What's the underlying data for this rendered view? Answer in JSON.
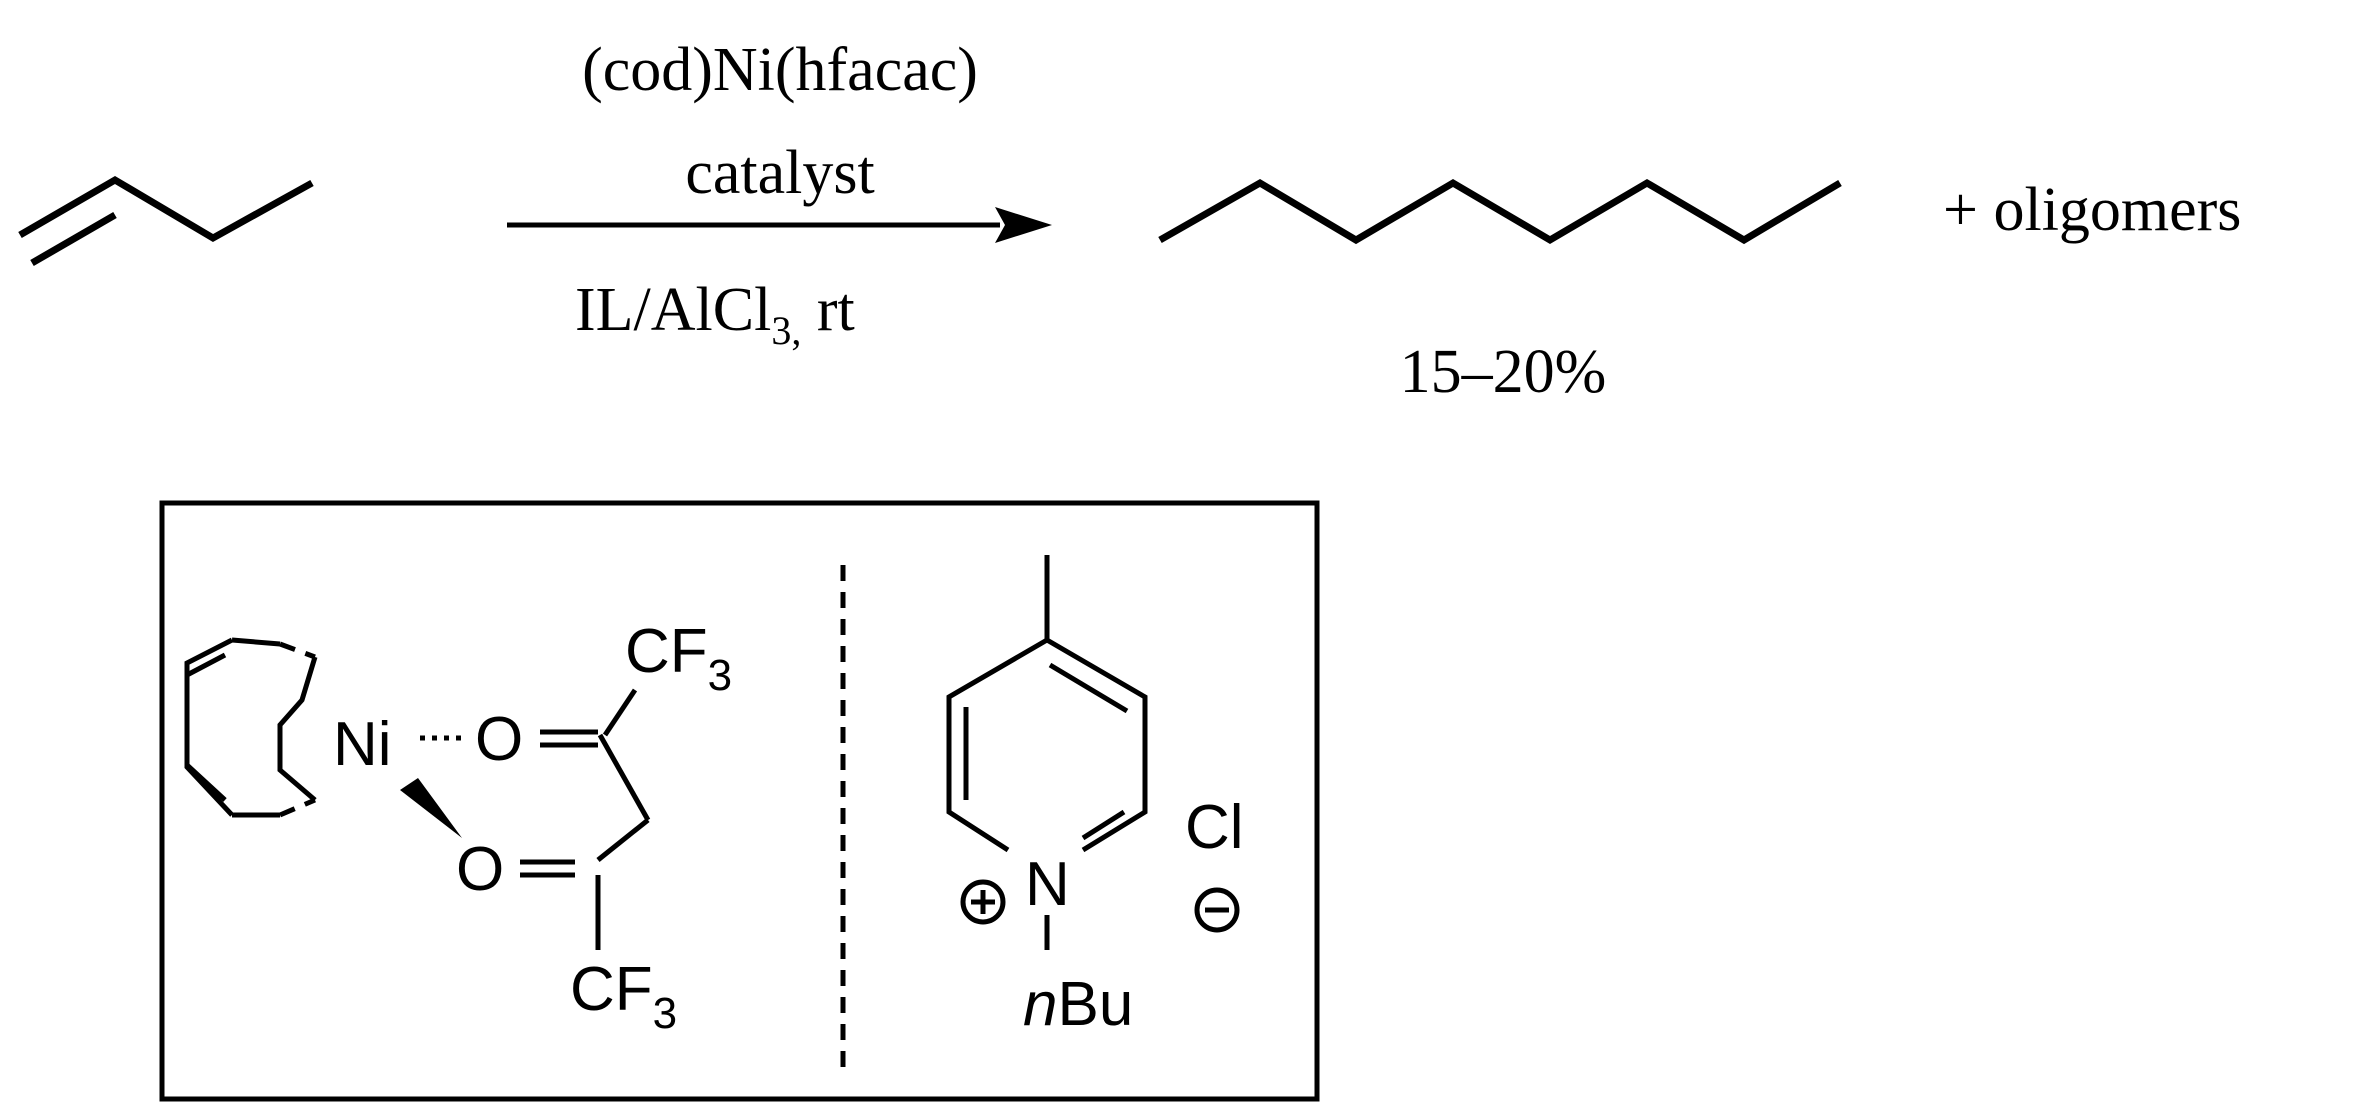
{
  "reaction": {
    "reagent_line_1": "(cod)Ni(hfacac)",
    "reagent_line_2": "catalyst",
    "conditions_il_alcl": "IL/AlCl",
    "conditions_subscript": "3,",
    "conditions_temp": " rt",
    "yield": "15–20%",
    "byproduct": "+ oligomers"
  },
  "ni_complex": {
    "metal": "Ni",
    "oxygen_1": "O",
    "oxygen_2": "O",
    "cf3_top_prefix": "CF",
    "cf3_top_sub": "3",
    "cf3_bottom_prefix": "CF",
    "cf3_bottom_sub": "3"
  },
  "ionic_liquid": {
    "nitrogen": "N",
    "substituent_italic": "n",
    "substituent_rest": "Bu",
    "counterion": "Cl",
    "plus_charge": "+",
    "minus_charge": "−"
  }
}
